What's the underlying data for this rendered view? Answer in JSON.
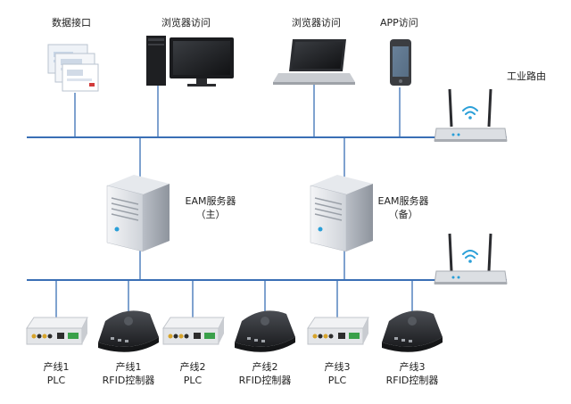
{
  "top": {
    "data_interface": "数据接口",
    "browser_desktop": "浏览器访问",
    "browser_laptop": "浏览器访问",
    "app_access": "APP访问",
    "industrial_router": "工业路由"
  },
  "servers": {
    "primary": {
      "name": "EAM服务器",
      "role": "（主）"
    },
    "backup": {
      "name": "EAM服务器",
      "role": "（备）"
    }
  },
  "devices": [
    {
      "line": "产线1",
      "type": "PLC"
    },
    {
      "line": "产线1",
      "type": "RFID控制器"
    },
    {
      "line": "产线2",
      "type": "PLC"
    },
    {
      "line": "产线2",
      "type": "RFID控制器"
    },
    {
      "line": "产线3",
      "type": "PLC"
    },
    {
      "line": "产线3",
      "type": "RFID控制器"
    }
  ],
  "colors": {
    "network_line": "#3a6fb5",
    "device_body": "#e9e9ec",
    "rfid_body": "#2e3034",
    "wifi": "#2a9fd8"
  }
}
